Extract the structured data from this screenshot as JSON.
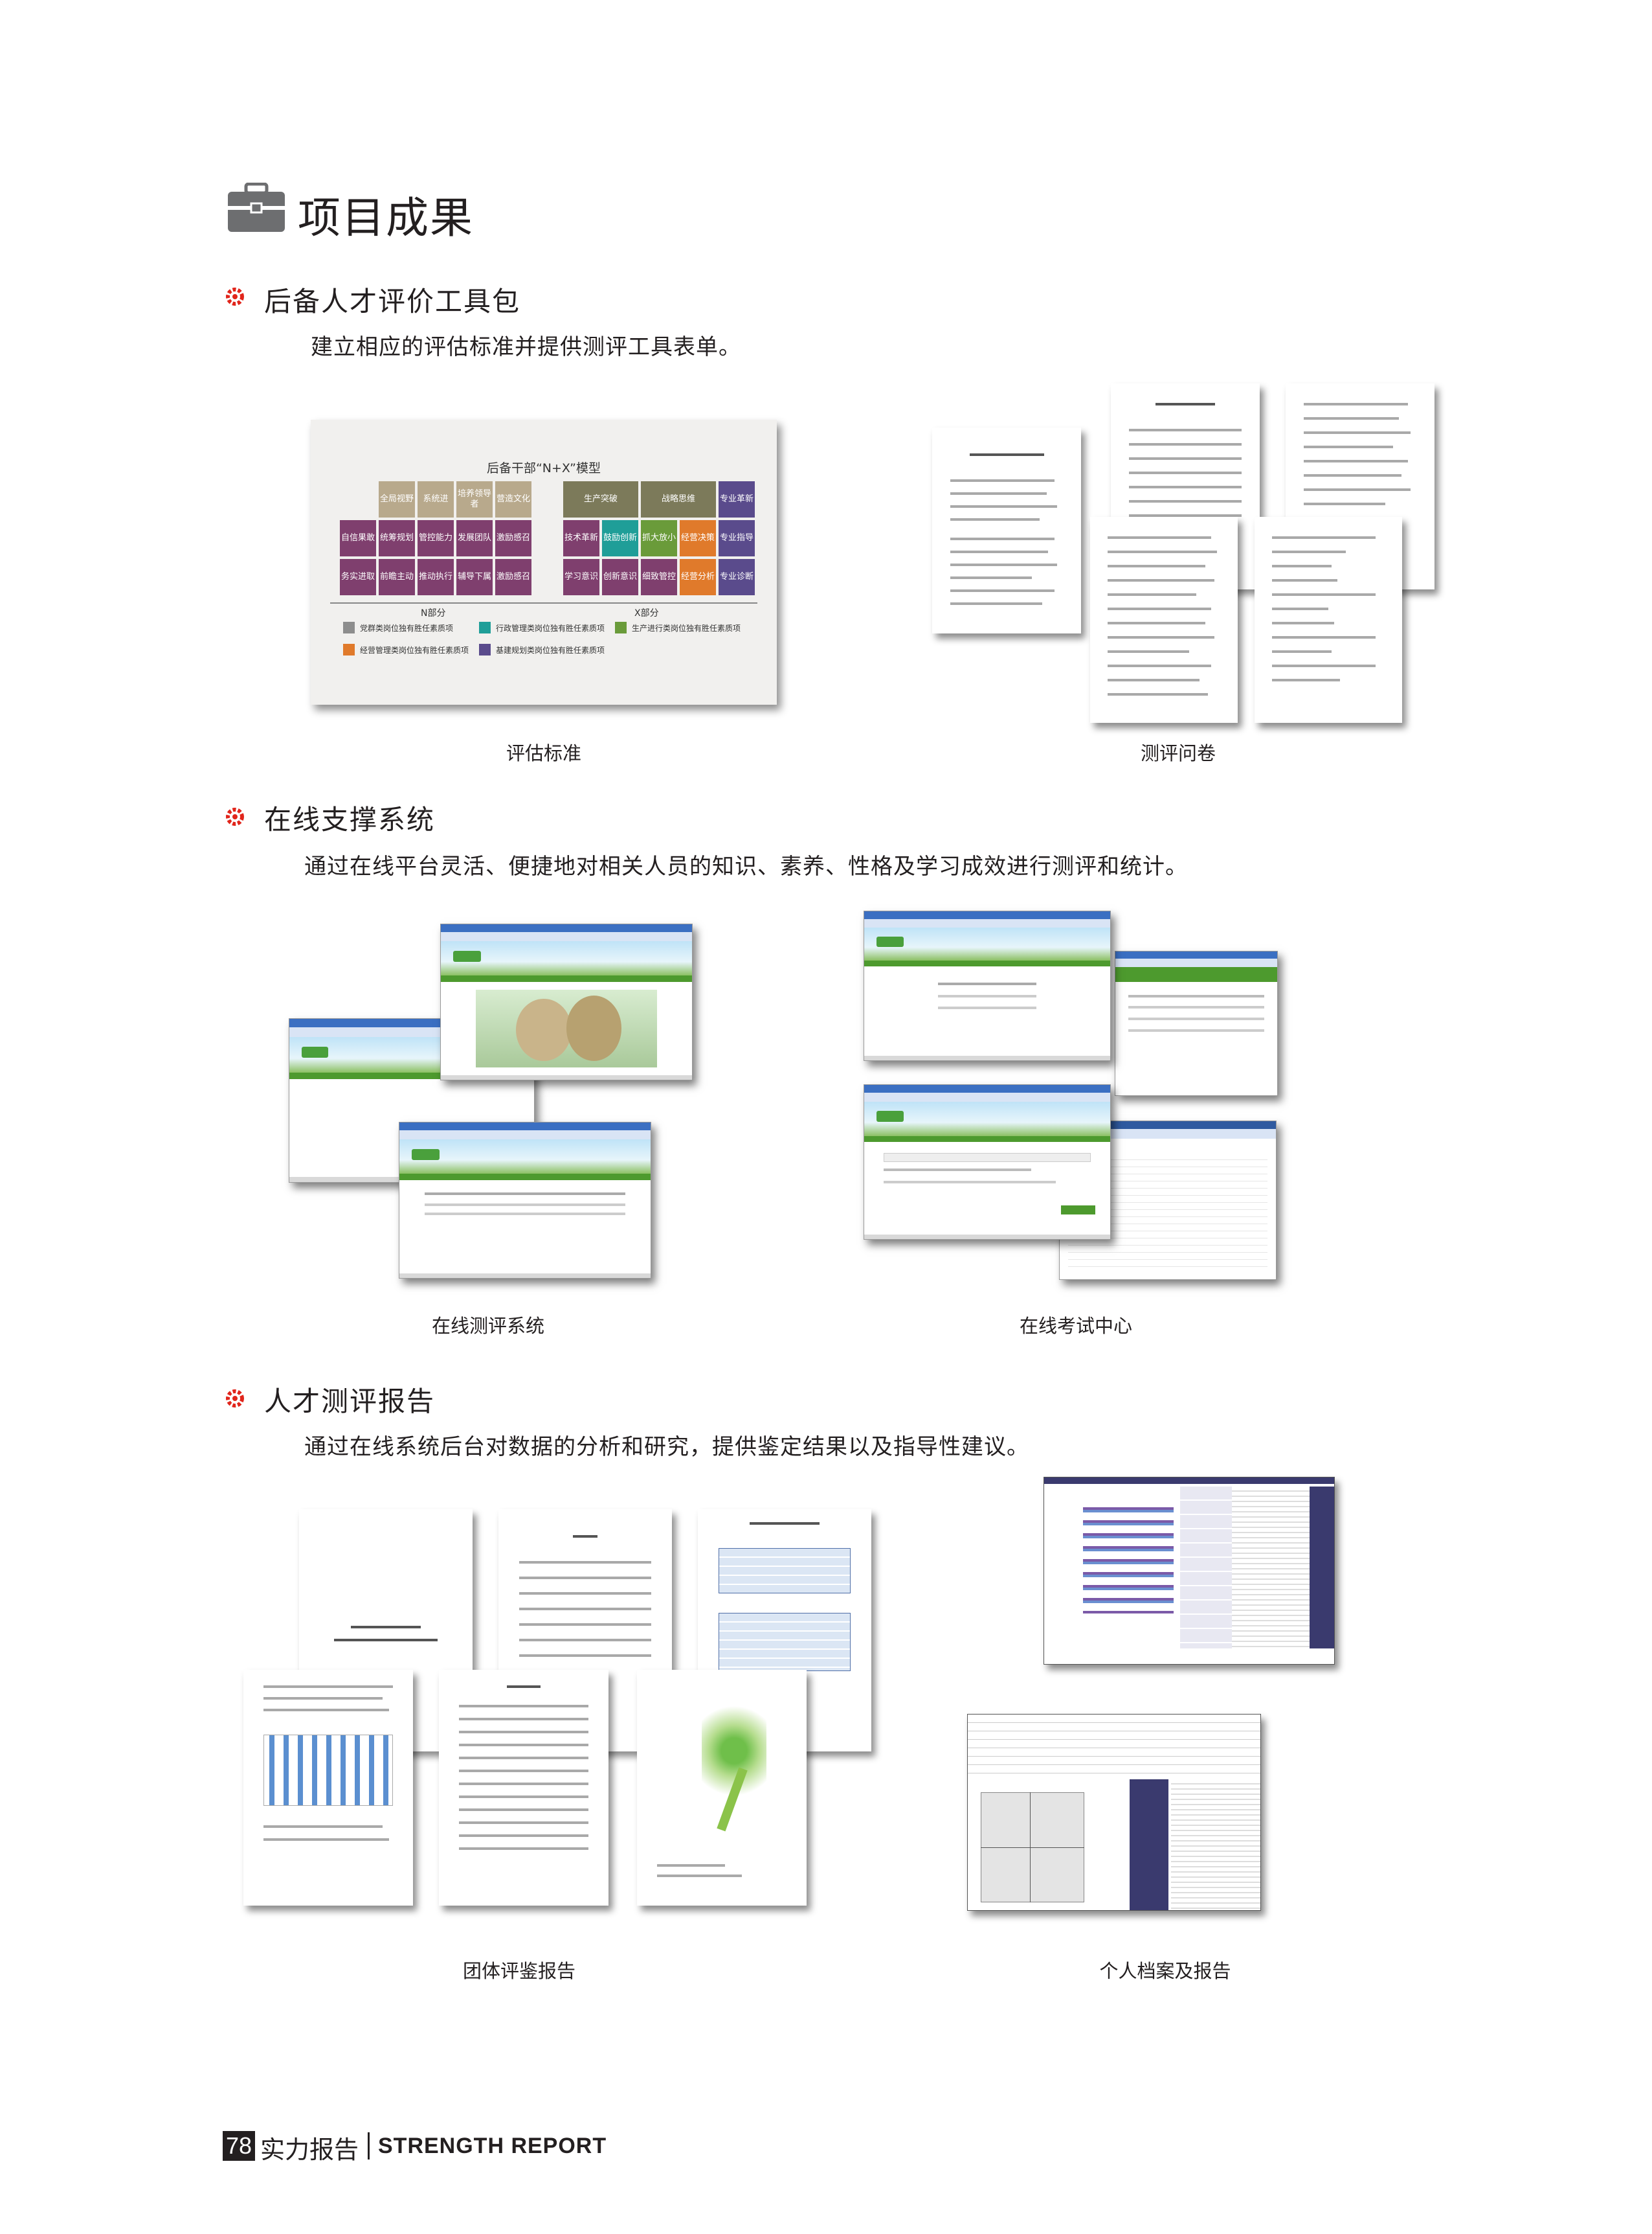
{
  "page": {
    "title": "项目成果",
    "footer": {
      "page_number": "78",
      "label": "实力报告",
      "label_en": "STRENGTH REPORT"
    }
  },
  "sections": [
    {
      "title": "后备人才评价工具包",
      "desc": "建立相应的评估标准并提供测评工具表单。",
      "captions": [
        "评估标准",
        "测评问卷"
      ]
    },
    {
      "title": "在线支撑系统",
      "desc": "通过在线平台灵活、便捷地对相关人员的知识、素养、性格及学习成效进行测评和统计。",
      "captions": [
        "在线测评系统",
        "在线考试中心"
      ]
    },
    {
      "title": "人才测评报告",
      "desc": "通过在线系统后台对数据的分析和研究，提供鉴定结果以及指导性建议。",
      "captions": [
        "团体评鉴报告",
        "个人档案及报告"
      ]
    }
  ],
  "model": {
    "title": "后备干部“N+X”模型",
    "n_label": "N部分",
    "x_label": "X部分",
    "legend": [
      "党群类岗位独有胜任素质项",
      "行政管理类岗位独有胜任素质项",
      "生产进行类岗位独有胜任素质项",
      "经营管理类岗位独有胜任素质项",
      "基建规划类岗位独有胜任素质项"
    ],
    "row1": [
      "全局视野",
      "系统进",
      "培养领导者",
      "营造文化",
      "生产突破",
      "战略思维",
      "专业革新"
    ],
    "row2": [
      "自信果敢",
      "统筹规划",
      "管控能力",
      "发展团队",
      "激励感召",
      "技术革新",
      "鼓励创新",
      "抓大放小",
      "经营决策",
      "专业指导"
    ],
    "row3": [
      "务实进取",
      "前瞻主动",
      "推动执行",
      "辅导下属",
      "激励感召",
      "学习意识",
      "创新意识",
      "细致管控",
      "经营分析",
      "专业诊断"
    ],
    "colors": {
      "tan": "#b8a98c",
      "olive": "#7c7a5a",
      "plum": "#7f3f6e",
      "purple": "#5a4b8c",
      "orange": "#e07a2b",
      "green": "#6a9b3a",
      "teal": "#1f9e98",
      "gray": "#8d8d8d"
    }
  }
}
